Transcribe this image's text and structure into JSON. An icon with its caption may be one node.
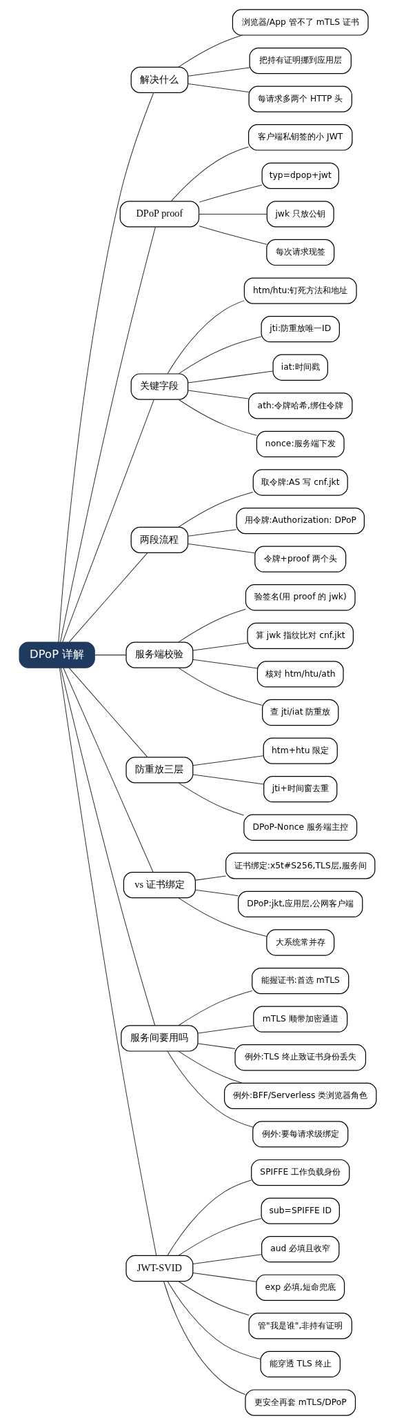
{
  "diagram": {
    "nodes": [
      {
        "text": [
          "DPoP 详解"
        ]
      },
      {
        "text": [
          "解决什么"
        ]
      },
      {
        "text": [
          "浏览器/App 管不了 mTLS 证书"
        ]
      },
      {
        "text": [
          "把持有证明挪到应用层"
        ]
      },
      {
        "text": [
          "每请求多两个 HTTP 头"
        ]
      },
      {
        "text": [
          "DPoP proof"
        ]
      },
      {
        "text": [
          "客户端私钥签的小 JWT"
        ]
      },
      {
        "text": [
          "typ=dpop+jwt"
        ]
      },
      {
        "text": [
          "jwk 只放公钥"
        ]
      },
      {
        "text": [
          "每次请求现签"
        ]
      },
      {
        "text": [
          "关键字段"
        ]
      },
      {
        "text": [
          "htm/htu:钉死方法和地址"
        ]
      },
      {
        "text": [
          "jti:防重放唯一ID"
        ]
      },
      {
        "text": [
          "iat:时间戳"
        ]
      },
      {
        "text": [
          "ath:令牌哈希,绑住令牌"
        ]
      },
      {
        "text": [
          "nonce:服务端下发"
        ]
      },
      {
        "text": [
          "两段流程"
        ]
      },
      {
        "text": [
          "取令牌:AS 写 cnf.jkt"
        ]
      },
      {
        "text": [
          "用令牌:Authorization: DPoP"
        ]
      },
      {
        "text": [
          "令牌+proof 两个头"
        ]
      },
      {
        "text": [
          "服务端校验"
        ]
      },
      {
        "text": [
          "验签名(用 proof 的 jwk)"
        ]
      },
      {
        "text": [
          "算 jwk 指纹比对 cnf.jkt"
        ]
      },
      {
        "text": [
          "核对 htm/htu/ath"
        ]
      },
      {
        "text": [
          "查 jti/iat 防重放"
        ]
      },
      {
        "text": [
          "防重放三层"
        ]
      },
      {
        "text": [
          "htm+htu 限定"
        ]
      },
      {
        "text": [
          "jti+时间窗去重"
        ]
      },
      {
        "text": [
          "DPoP-Nonce 服务端主控"
        ]
      },
      {
        "text": [
          "vs 证书绑定"
        ]
      },
      {
        "text": [
          "证书绑定:x5t#S256,TLS层,服务间"
        ]
      },
      {
        "text": [
          "DPoP:jkt,应用层,公网客户端"
        ]
      },
      {
        "text": [
          "大系统常并存"
        ]
      },
      {
        "text": [
          "服务间要用吗"
        ]
      },
      {
        "text": [
          "能握证书:首选 mTLS"
        ]
      },
      {
        "text": [
          "mTLS 顺带加密通道"
        ]
      },
      {
        "text": [
          "例外:TLS 终止致证书身份丢失"
        ]
      },
      {
        "text": [
          "例外:BFF/Serverless 类浏览器角色"
        ]
      },
      {
        "text": [
          "例外:要每请求级绑定"
        ]
      },
      {
        "text": [
          "JWT-SVID"
        ]
      },
      {
        "text": [
          "SPIFFE 工作负载身份"
        ]
      },
      {
        "text": [
          "sub=SPIFFE ID"
        ]
      },
      {
        "text": [
          "aud 必填且收窄"
        ]
      },
      {
        "text": [
          "exp 必填,短命兜底"
        ]
      },
      {
        "text": [
          "管\"我是谁\",非持有证明"
        ]
      },
      {
        "text": [
          "能穿透 TLS 终止"
        ]
      },
      {
        "text": [
          "更安全再套 mTLS/DPoP"
        ]
      }
    ],
    "edges": [
      {
        "from": 0,
        "to": 1,
        "arrow": "none"
      },
      {
        "from": 1,
        "to": 2,
        "arrow": "none"
      },
      {
        "from": 1,
        "to": 3,
        "arrow": "none"
      },
      {
        "from": 1,
        "to": 4,
        "arrow": "none"
      },
      {
        "from": 0,
        "to": 5,
        "arrow": "none"
      },
      {
        "from": 5,
        "to": 6,
        "arrow": "none"
      },
      {
        "from": 5,
        "to": 7,
        "arrow": "none"
      },
      {
        "from": 5,
        "to": 8,
        "arrow": "none"
      },
      {
        "from": 5,
        "to": 9,
        "arrow": "none"
      },
      {
        "from": 0,
        "to": 10,
        "arrow": "none"
      },
      {
        "from": 10,
        "to": 11,
        "arrow": "none"
      },
      {
        "from": 10,
        "to": 12,
        "arrow": "none"
      },
      {
        "from": 10,
        "to": 13,
        "arrow": "none"
      },
      {
        "from": 10,
        "to": 14,
        "arrow": "none"
      },
      {
        "from": 10,
        "to": 15,
        "arrow": "none"
      },
      {
        "from": 0,
        "to": 16,
        "arrow": "none"
      },
      {
        "from": 16,
        "to": 17,
        "arrow": "none"
      },
      {
        "from": 16,
        "to": 18,
        "arrow": "none"
      },
      {
        "from": 16,
        "to": 19,
        "arrow": "none"
      },
      {
        "from": 0,
        "to": 20,
        "arrow": "none"
      },
      {
        "from": 20,
        "to": 21,
        "arrow": "none"
      },
      {
        "from": 20,
        "to": 22,
        "arrow": "none"
      },
      {
        "from": 20,
        "to": 23,
        "arrow": "none"
      },
      {
        "from": 20,
        "to": 24,
        "arrow": "none"
      },
      {
        "from": 0,
        "to": 25,
        "arrow": "none"
      },
      {
        "from": 25,
        "to": 26,
        "arrow": "none"
      },
      {
        "from": 25,
        "to": 27,
        "arrow": "none"
      },
      {
        "from": 25,
        "to": 28,
        "arrow": "none"
      },
      {
        "from": 0,
        "to": 29,
        "arrow": "none"
      },
      {
        "from": 29,
        "to": 30,
        "arrow": "none"
      },
      {
        "from": 29,
        "to": 31,
        "arrow": "none"
      },
      {
        "from": 29,
        "to": 32,
        "arrow": "none"
      },
      {
        "from": 0,
        "to": 33,
        "arrow": "none"
      },
      {
        "from": 33,
        "to": 34,
        "arrow": "none"
      },
      {
        "from": 33,
        "to": 35,
        "arrow": "none"
      },
      {
        "from": 33,
        "to": 36,
        "arrow": "none"
      },
      {
        "from": 33,
        "to": 37,
        "arrow": "none"
      },
      {
        "from": 33,
        "to": 38,
        "arrow": "none"
      },
      {
        "from": 0,
        "to": 39,
        "arrow": "none"
      },
      {
        "from": 39,
        "to": 40,
        "arrow": "none"
      },
      {
        "from": 39,
        "to": 41,
        "arrow": "none"
      },
      {
        "from": 39,
        "to": 42,
        "arrow": "none"
      },
      {
        "from": 39,
        "to": 43,
        "arrow": "none"
      },
      {
        "from": 39,
        "to": 44,
        "arrow": "none"
      },
      {
        "from": 39,
        "to": 45,
        "arrow": "none"
      },
      {
        "from": 39,
        "to": 46,
        "arrow": "none"
      }
    ]
  }
}
